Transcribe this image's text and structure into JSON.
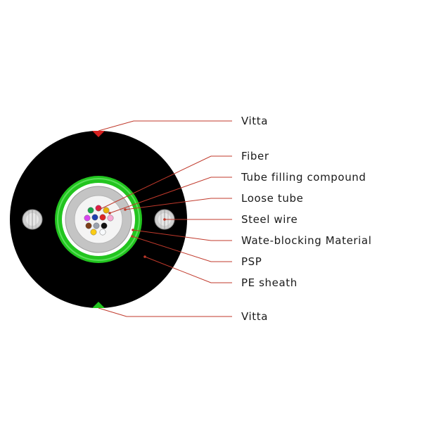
{
  "diagram": {
    "labels": {
      "vitta_top": "Vitta",
      "fiber": "Fiber",
      "tube_filling_compound": "Tube filling compound",
      "loose_tube": "Loose tube",
      "steel_wire": "Steel wire",
      "water_blocking_material": "Wate-blocking Material",
      "psp": "PSP",
      "pe_sheath": "PE sheath",
      "vitta_bottom": "Vitta"
    },
    "colors": {
      "sheath": "#000000",
      "psp_ring": "#22c51f",
      "water_blocking": "#ffffff",
      "loose_tube": "#c4c4c4",
      "filling_compound": "#f4f4f4",
      "steel_wire": "#cfcfcf",
      "leader_line": "#c0392b",
      "vitta_top": "#d62020",
      "vitta_bottom": "#22c51f"
    },
    "fiber_colors": [
      "#16a34a",
      "#e11d48",
      "#eab308",
      "#d946ef",
      "#1e40af",
      "#dc2626",
      "#f9a8d4",
      "#7c3f1a",
      "#9ca3af",
      "#111111",
      "#facc15",
      "#f8fafc"
    ]
  }
}
